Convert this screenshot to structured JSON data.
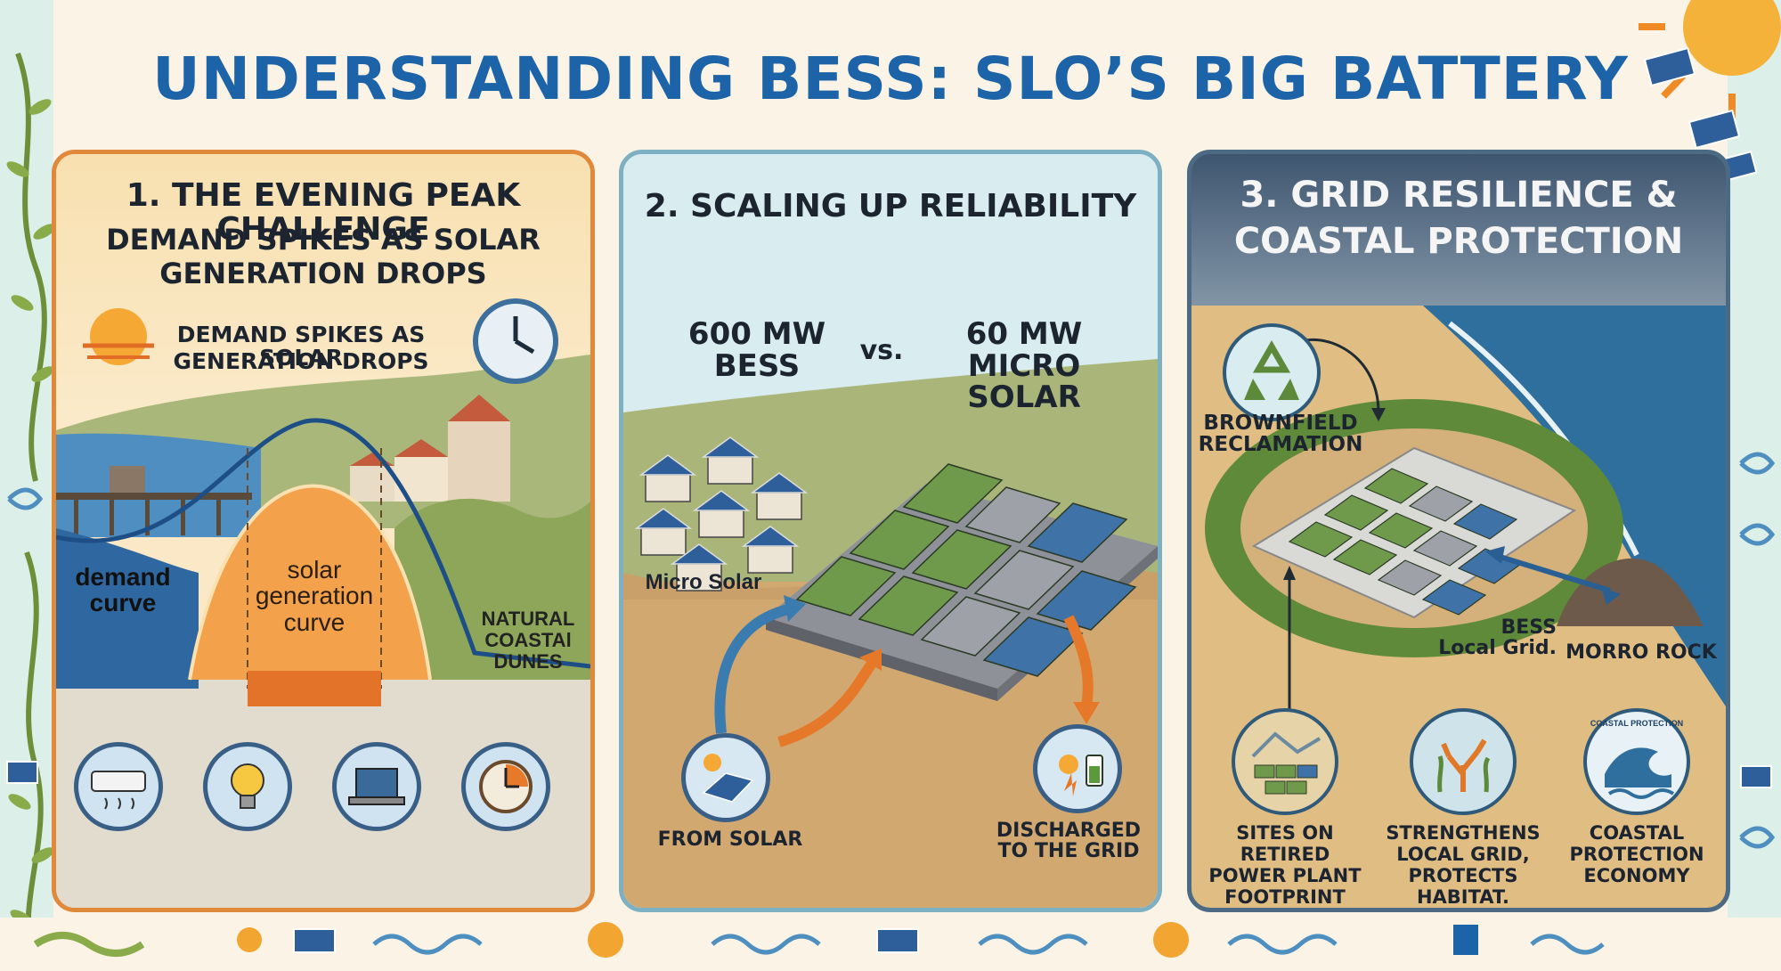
{
  "title": "UNDERSTANDING BESS: SLO’S BIG BATTERY SOLUTION",
  "panel1": {
    "heading": "1. THE EVENING PEAK CHALLENGE",
    "subheading_line1": "DEMAND SPIKES AS SOLAR",
    "subheading_line2": "GENERATION DROPS",
    "callout_line1": "DEMAND SPIKES AS SOLAR",
    "callout_line2": "GENERATION DROPS",
    "demand_label_line1": "demand",
    "demand_label_line2": "curve",
    "solar_label_line1": "solar",
    "solar_label_line2": "generation",
    "solar_label_line3": "curve",
    "dunes_line1": "NATURAL",
    "dunes_line2": "COASTAl",
    "dunes_line3": "DUNES",
    "icons": [
      "air-conditioner-icon",
      "light-bulb-icon",
      "laptop-icon",
      "clock-icon"
    ]
  },
  "panel2": {
    "heading": "2. SCALING UP RELIABILITY",
    "left_value": "600 MW",
    "left_unit": "BESS",
    "vs": "vs.",
    "right_value": "60 MW",
    "right_unit": "MICRO SOLAR",
    "micro_solar_label": "Micro Solar",
    "from_solar_label": "FROM SOLAR",
    "discharged_line1": "DISCHARGED",
    "discharged_line2": "TO THE GRID"
  },
  "panel3": {
    "heading_line1": "3. GRID RESILIENCE &",
    "heading_line2": "COASTAL PROTECTION",
    "brownfield_line1": "BROWNFIELD",
    "brownfield_line2": "RECLAMATION",
    "bess_line1": "BESS",
    "bess_line2": "Local Grid.",
    "morro_rock": "MORRO ROCK",
    "coastal_badge": "COASTAL PROTECTION",
    "benefit1_line1": "SITES ON RETIRED",
    "benefit1_line2": "POWER PLANT",
    "benefit1_line3": "FOOTPRINT",
    "benefit2_line1": "STRENGTHENS",
    "benefit2_line2": "LOCAL GRID,",
    "benefit2_line3": "PROTECTS HABITAT.",
    "benefit3_line1": "COASTAL",
    "benefit3_line2": "PROTECTION",
    "benefit3_line3": "ECONOMY"
  },
  "colors": {
    "title_blue": "#1c63a8",
    "panel1_border": "#e0893a",
    "panel2_border": "#7eb0c4",
    "panel3_border": "#4d6a85",
    "battery_green": "#6f9a4c",
    "battery_blue": "#3f73a8",
    "arrow_orange": "#e6782a",
    "arrow_blue": "#3a7bb0"
  }
}
